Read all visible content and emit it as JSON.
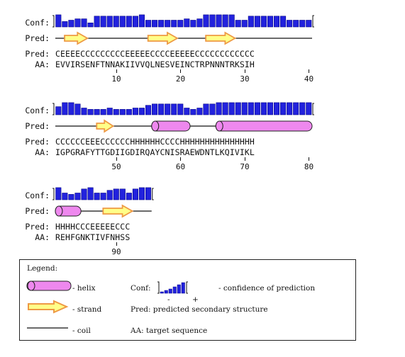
{
  "labels": {
    "conf": "Conf:",
    "pred": "Pred:",
    "aa": "AA:"
  },
  "blocks": [
    {
      "pred": "CEEEECCCCCCCCCEEEEECCCCEEEEECCCCCCCCCCCC",
      "aa": "EVVIRSENFTNNAKIIVVQLNESVEINCTRPNNNTRKSIH",
      "conf": [
        9,
        4,
        5,
        6,
        6,
        3,
        8,
        8,
        8,
        8,
        8,
        8,
        8,
        9,
        5,
        5,
        5,
        5,
        5,
        5,
        6,
        5,
        6,
        9,
        9,
        9,
        9,
        9,
        5,
        5,
        8,
        8,
        8,
        8,
        8,
        8,
        5,
        5,
        5,
        5
      ],
      "ticks": [
        10,
        20,
        30,
        40
      ]
    },
    {
      "pred": "CCCCCCEEECCCCCCHHHHHHCCCCHHHHHHHHHHHHHHH",
      "aa": "IGPGRAFYTTGDIIGDIRQAYCNISRAEWDNTLKQIVIKL",
      "conf": [
        6,
        9,
        9,
        8,
        5,
        4,
        4,
        4,
        5,
        4,
        4,
        4,
        5,
        5,
        7,
        8,
        8,
        8,
        8,
        8,
        5,
        4,
        5,
        8,
        8,
        9,
        9,
        9,
        9,
        9,
        9,
        9,
        9,
        9,
        9,
        9,
        9,
        9,
        9,
        9
      ],
      "ticks": [
        50,
        60,
        70,
        80
      ]
    },
    {
      "pred": "HHHHCCCEEEEECCC",
      "aa": "REHFGNKTIVFNHSS",
      "conf": [
        9,
        5,
        4,
        5,
        8,
        9,
        5,
        5,
        7,
        8,
        8,
        5,
        8,
        9,
        9
      ],
      "ticks": [
        90
      ]
    }
  ],
  "legend": {
    "title": "Legend:",
    "helix": "- helix",
    "strand": "- strand",
    "coil": "- coil",
    "conf_key": "Conf:",
    "conf_desc": "- confidence of prediction",
    "conf_minus": "-",
    "conf_plus": "+",
    "pred_desc": "Pred: predicted secondary structure",
    "aa_desc": "AA: target sequence"
  },
  "colors": {
    "conf_bar": "#2222dd",
    "conf_edge": "#000088",
    "helix_fill": "#ee88ee",
    "strand_fill": "#ffff88",
    "strand_edge": "#ee9944"
  }
}
